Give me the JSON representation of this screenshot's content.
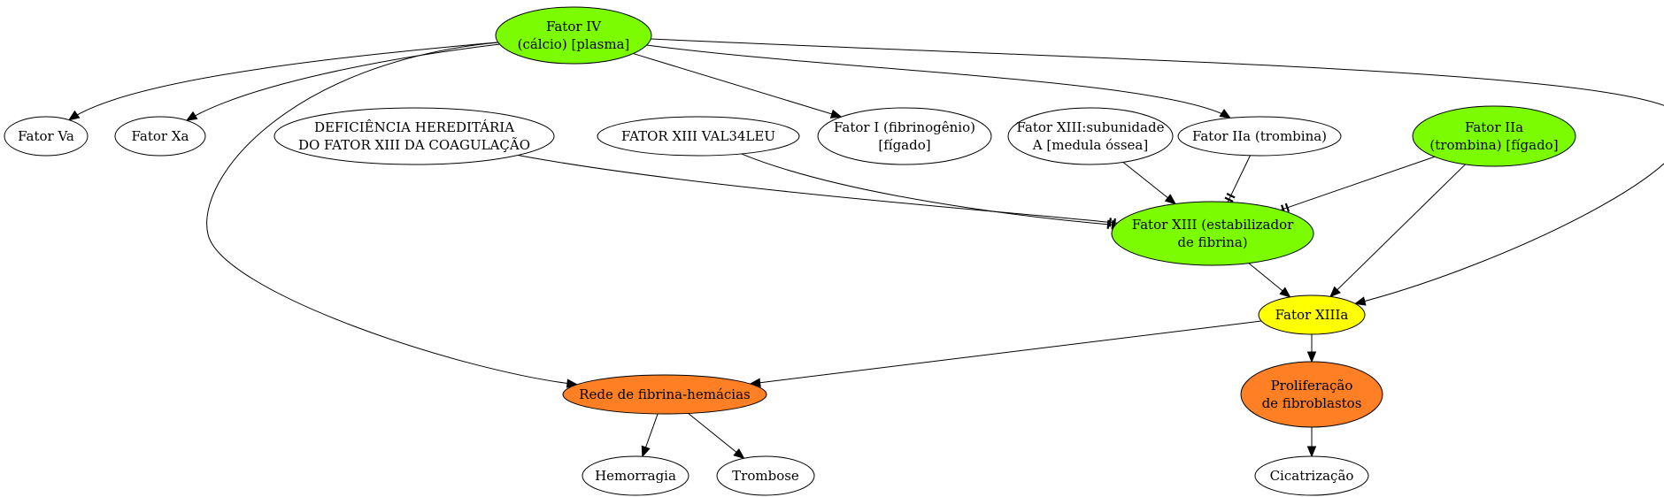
{
  "nodes": [
    {
      "id": "fator_iv",
      "lines": [
        "Fator IV",
        "(cálcio) [plasma]"
      ],
      "fill": "#7cfc00"
    },
    {
      "id": "fator_va",
      "lines": [
        "Fator Va"
      ],
      "fill": "#ffffff"
    },
    {
      "id": "fator_xa",
      "lines": [
        "Fator Xa"
      ],
      "fill": "#ffffff"
    },
    {
      "id": "deficiencia",
      "lines": [
        "DEFICIÊNCIA HEREDITÁRIA",
        "DO FATOR XIII DA COAGULAÇÃO"
      ],
      "fill": "#ffffff"
    },
    {
      "id": "val34leu",
      "lines": [
        "FATOR XIII VAL34LEU"
      ],
      "fill": "#ffffff"
    },
    {
      "id": "fator_i",
      "lines": [
        "Fator I (fibrinogênio)",
        "[fígado]"
      ],
      "fill": "#ffffff"
    },
    {
      "id": "xiii_subunidade",
      "lines": [
        "Fator XIII:subunidade",
        "A [medula óssea]"
      ],
      "fill": "#ffffff"
    },
    {
      "id": "fator_iia_trombina",
      "lines": [
        "Fator IIa (trombina)"
      ],
      "fill": "#ffffff"
    },
    {
      "id": "fator_iia_figado",
      "lines": [
        "Fator IIa",
        "(trombina) [fígado]"
      ],
      "fill": "#7cfc00"
    },
    {
      "id": "fator_xiii",
      "lines": [
        "Fator XIII (estabilizador",
        "de fibrina)"
      ],
      "fill": "#7cfc00"
    },
    {
      "id": "fator_xiiia",
      "lines": [
        "Fator XIIIa"
      ],
      "fill": "#ffff00"
    },
    {
      "id": "rede",
      "lines": [
        "Rede de fibrina-hemácias"
      ],
      "fill": "#ff7f24"
    },
    {
      "id": "proliferacao",
      "lines": [
        "Proliferação",
        "de fibroblastos"
      ],
      "fill": "#ff7f24"
    },
    {
      "id": "hemorragia",
      "lines": [
        "Hemorragia"
      ],
      "fill": "#ffffff"
    },
    {
      "id": "trombose",
      "lines": [
        "Trombose"
      ],
      "fill": "#ffffff"
    },
    {
      "id": "cicatrizacao",
      "lines": [
        "Cicatrização"
      ],
      "fill": "#ffffff"
    }
  ],
  "edges": [
    {
      "from": "fator_iv",
      "to": "fator_va",
      "style": "arrow"
    },
    {
      "from": "fator_iv",
      "to": "fator_xa",
      "style": "arrow"
    },
    {
      "from": "fator_iv",
      "to": "rede",
      "style": "arrow"
    },
    {
      "from": "fator_iv",
      "to": "fator_i",
      "style": "arrow"
    },
    {
      "from": "fator_iv",
      "to": "fator_iia_trombina",
      "style": "arrow"
    },
    {
      "from": "fator_iv",
      "to": "fator_xiiia",
      "style": "arrow"
    },
    {
      "from": "deficiencia",
      "to": "fator_xiii",
      "style": "tee"
    },
    {
      "from": "val34leu",
      "to": "fator_xiii",
      "style": "tee"
    },
    {
      "from": "xiii_subunidade",
      "to": "fator_xiii",
      "style": "arrow"
    },
    {
      "from": "fator_iia_trombina",
      "to": "fator_xiii",
      "style": "tee"
    },
    {
      "from": "fator_iia_figado",
      "to": "fator_xiii",
      "style": "tee"
    },
    {
      "from": "fator_iia_figado",
      "to": "fator_xiiia",
      "style": "arrow"
    },
    {
      "from": "fator_xiii",
      "to": "fator_xiiia",
      "style": "arrow"
    },
    {
      "from": "fator_xiiia",
      "to": "rede",
      "style": "arrow"
    },
    {
      "from": "fator_xiiia",
      "to": "proliferacao",
      "style": "arrow"
    },
    {
      "from": "rede",
      "to": "hemorragia",
      "style": "arrow"
    },
    {
      "from": "rede",
      "to": "trombose",
      "style": "arrow"
    },
    {
      "from": "proliferacao",
      "to": "cicatrizacao",
      "style": "arrow"
    }
  ]
}
